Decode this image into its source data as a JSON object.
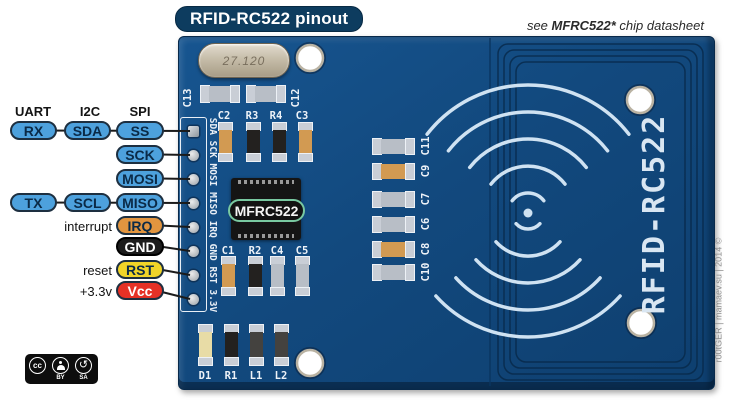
{
  "title": "RFID-RC522 pinout",
  "datasheet_note": {
    "prefix": "see ",
    "chip": "MFRC522*",
    "suffix": " chip datasheet"
  },
  "interface_headers": {
    "uart": "UART",
    "i2c": "I2C",
    "spi": "SPI"
  },
  "pins": {
    "rx": "RX",
    "tx": "TX",
    "sda": "SDA",
    "scl": "SCL",
    "ss": "SS",
    "sck": "SCK",
    "mosi": "MOSI",
    "miso": "MISO",
    "irq": "IRQ",
    "gnd": "GND",
    "rst": "RST",
    "vcc": "Vcc"
  },
  "pin_annotations": {
    "interrupt": "interrupt",
    "reset": "reset",
    "power": "+3.3v"
  },
  "board": {
    "name_vertical": "RFID-RC522",
    "chip_label": "MFRC522",
    "crystal_label": "27.120",
    "header_silkscreen": "SDA SCK MOSI MISO IRQ GND RST 3.3V",
    "components": {
      "c13": "C13",
      "c12": "C12",
      "c2": "C2",
      "r3": "R3",
      "r4": "R4",
      "c3": "C3",
      "c1": "C1",
      "r2": "R2",
      "c4": "C4",
      "c5": "C5",
      "d1": "D1",
      "r1": "R1",
      "l1": "L1",
      "l2": "L2",
      "c11": "C11",
      "c9": "C9",
      "c7": "C7",
      "c6": "C6",
      "c8": "C8",
      "c10": "C10"
    }
  },
  "license": {
    "cc": "cc",
    "by": "BY",
    "sa": "SA"
  },
  "credit": "r00tGER | mamaev.su | 2014 ©",
  "colors": {
    "board_blue": "#124a7f",
    "pill_blue": "#4da1dd",
    "pill_orange": "#e2953f",
    "pill_yellow": "#f0d428",
    "pill_red": "#e53126",
    "pill_black": "#1c1c1c",
    "silkscreen": "#e9eff6",
    "title_bg": "#0d3c5f",
    "chip_outline_green": "#79c9a1"
  }
}
